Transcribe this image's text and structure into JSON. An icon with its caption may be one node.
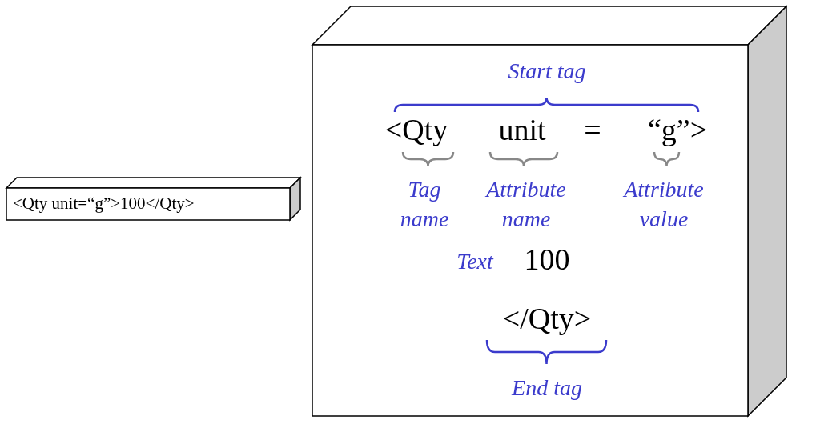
{
  "diagram": {
    "nodes": [
      {
        "text": [
          "<Qty unit=“g”>100</Qty>"
        ]
      },
      {
        "text": [
          "Start tag",
          "<Qty",
          "unit",
          "=",
          "“g”>",
          "Tag name",
          "Attribute name",
          "Attribute value",
          "Text",
          "100",
          "</Qty>",
          "End tag"
        ]
      }
    ]
  }
}
